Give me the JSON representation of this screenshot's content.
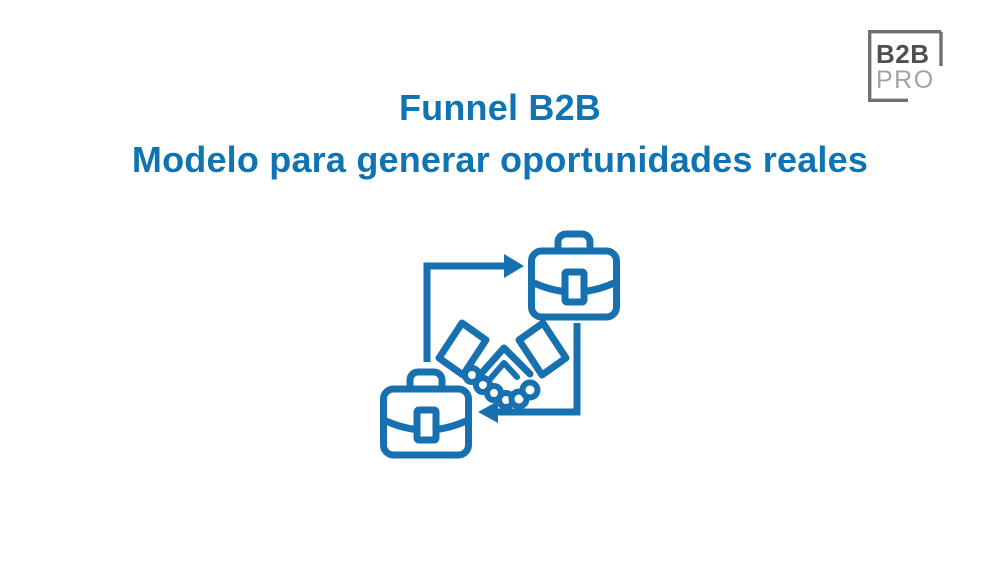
{
  "colors": {
    "background": "#FFFFFF",
    "title": "#1073B2",
    "icon": "#1771B0",
    "logo_frame": "#707070",
    "logo_b2b": "#4F4F4F",
    "logo_pro": "#A3A3A3"
  },
  "logo": {
    "line1": "B2B",
    "line2": "PRO"
  },
  "header": {
    "title": "Funnel B2B",
    "subtitle": "Modelo para generar oportunidades reales"
  },
  "graphic": {
    "description": "b2b-exchange-cycle",
    "icons": [
      "briefcase-top-right-icon",
      "briefcase-bottom-left-icon",
      "handshake-icon",
      "cycle-arrow-right-icon",
      "cycle-arrow-left-icon"
    ]
  }
}
